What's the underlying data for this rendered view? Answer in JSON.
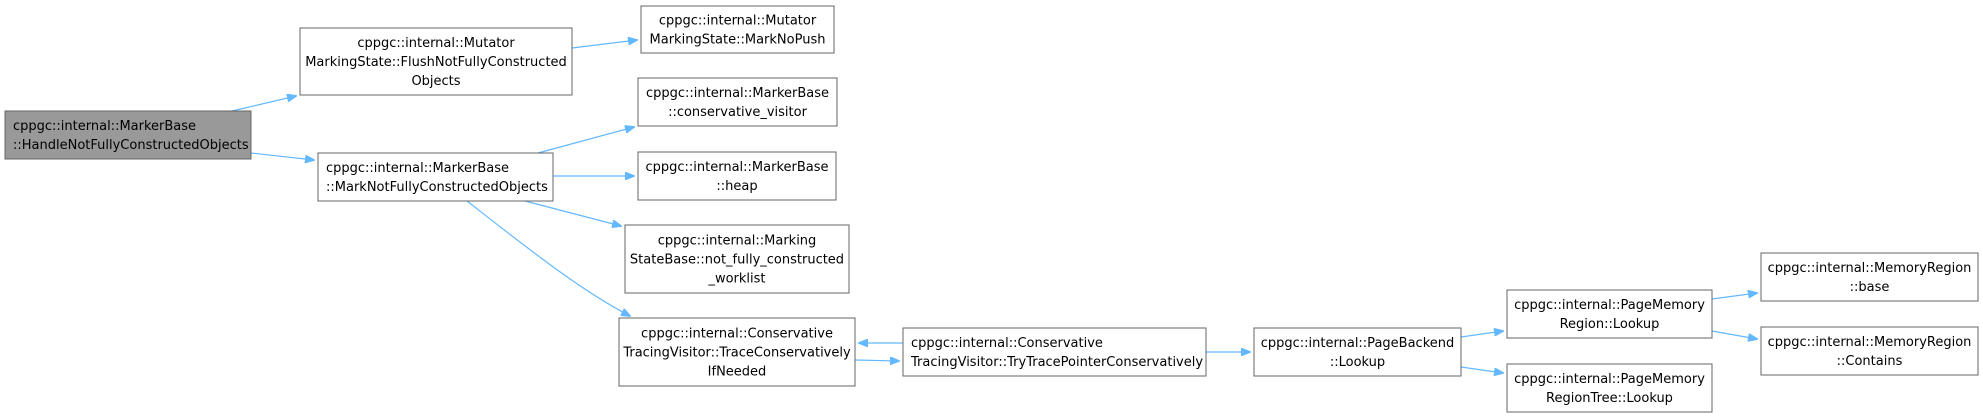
{
  "nodes": [
    {
      "id": "handle",
      "lines": [
        "cppgc::internal::MarkerBase",
        "::HandleNotFullyConstructedObjects"
      ],
      "align": "start",
      "highlighted": true
    },
    {
      "id": "flush",
      "lines": [
        "cppgc::internal::Mutator",
        "MarkingState::FlushNotFullyConstructed",
        "Objects"
      ],
      "align": "mixed"
    },
    {
      "id": "marknopush",
      "lines": [
        "cppgc::internal::Mutator",
        "MarkingState::MarkNoPush"
      ],
      "align": "mixed"
    },
    {
      "id": "marknotfully",
      "lines": [
        "cppgc::internal::MarkerBase",
        "::MarkNotFullyConstructedObjects"
      ],
      "align": "start"
    },
    {
      "id": "conservative_visitor",
      "lines": [
        "cppgc::internal::MarkerBase",
        "::conservative_visitor"
      ],
      "align": "mixed"
    },
    {
      "id": "heap",
      "lines": [
        "cppgc::internal::MarkerBase",
        "::heap"
      ],
      "align": "mixed"
    },
    {
      "id": "worklist",
      "lines": [
        "cppgc::internal::Marking",
        "StateBase::not_fully_constructed",
        "_worklist"
      ],
      "align": "mixed"
    },
    {
      "id": "traceifneeded",
      "lines": [
        "cppgc::internal::Conservative",
        "TracingVisitor::TraceConservatively",
        "IfNeeded"
      ],
      "align": "mixed"
    },
    {
      "id": "trytrace",
      "lines": [
        "cppgc::internal::Conservative",
        "TracingVisitor::TryTracePointerConservatively"
      ],
      "align": "start"
    },
    {
      "id": "pagebackend",
      "lines": [
        "cppgc::internal::PageBackend",
        "::Lookup"
      ],
      "align": "mixed"
    },
    {
      "id": "pmregion",
      "lines": [
        "cppgc::internal::PageMemory",
        "Region::Lookup"
      ],
      "align": "mixed"
    },
    {
      "id": "pmregiontree",
      "lines": [
        "cppgc::internal::PageMemory",
        "RegionTree::Lookup"
      ],
      "align": "mixed"
    },
    {
      "id": "mrbase",
      "lines": [
        "cppgc::internal::MemoryRegion",
        "::base"
      ],
      "align": "mixed"
    },
    {
      "id": "mrcontains",
      "lines": [
        "cppgc::internal::MemoryRegion",
        "::Contains"
      ],
      "align": "mixed"
    }
  ],
  "edges": [
    {
      "from": "handle",
      "to": "flush"
    },
    {
      "from": "handle",
      "to": "marknotfully"
    },
    {
      "from": "flush",
      "to": "marknopush"
    },
    {
      "from": "marknotfully",
      "to": "conservative_visitor"
    },
    {
      "from": "marknotfully",
      "to": "heap"
    },
    {
      "from": "marknotfully",
      "to": "worklist"
    },
    {
      "from": "marknotfully",
      "to": "traceifneeded"
    },
    {
      "from": "traceifneeded",
      "to": "trytrace"
    },
    {
      "from": "trytrace",
      "to": "traceifneeded"
    },
    {
      "from": "trytrace",
      "to": "pagebackend"
    },
    {
      "from": "pagebackend",
      "to": "pmregion"
    },
    {
      "from": "pagebackend",
      "to": "pmregiontree"
    },
    {
      "from": "pmregion",
      "to": "mrbase"
    },
    {
      "from": "pmregion",
      "to": "mrcontains"
    }
  ],
  "colors": {
    "edge": "#63b8ff",
    "node_border": "#666666",
    "node_fill": "#ffffff",
    "highlight_fill": "#999999"
  }
}
